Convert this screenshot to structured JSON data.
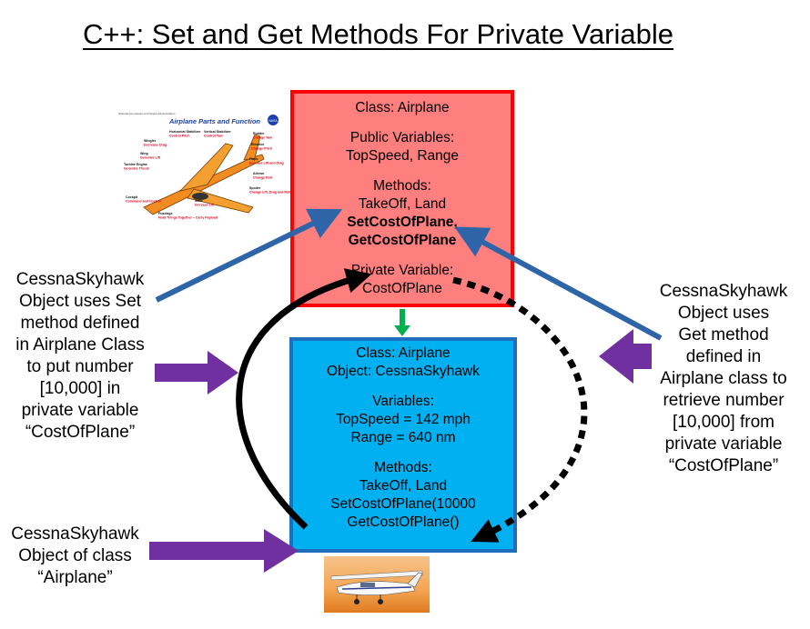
{
  "title": "C++: Set and Get Methods For Private Variable",
  "class_box": {
    "class_line": "Class: Airplane",
    "public_heading": "Public Variables:",
    "public_vars": "TopSpeed, Range",
    "methods_heading": "Methods:",
    "methods_plain": "TakeOff, Land",
    "methods_bold_1": "SetCostOfPlane,",
    "methods_bold_2": "GetCostOfPlane",
    "private_heading": "Private Variable:",
    "private_var": "CostOfPlane"
  },
  "object_box": {
    "class_line": "Class: Airplane",
    "object_line": "Object: CessnaSkyhawk",
    "vars_heading": "Variables:",
    "var_1": "TopSpeed = 142 mph",
    "var_2": "Range = 640 nm",
    "methods_heading": "Methods:",
    "method_1": "TakeOff, Land",
    "method_2": "SetCostOfPlane(10000",
    "method_3": "GetCostOfPlane()"
  },
  "left_set_text": [
    "CessnaSkyhawk",
    "Object uses Set",
    "method defined",
    "in Airplane Class",
    "to put number",
    "[10,000] in",
    "private variable",
    "“CostOfPlane”"
  ],
  "left_obj_text": [
    "CessnaSkyhawk",
    "Object of class",
    "“Airplane”"
  ],
  "right_get_text": [
    "CessnaSkyhawk",
    "Object uses",
    "Get method",
    "defined in",
    "Airplane class to",
    "retrieve number",
    "[10,000] from",
    "private variable",
    "“CostOfPlane”"
  ],
  "airplane_diagram": {
    "header_small": "National Aeronautics and Space Administration",
    "title": "Airplane Parts and Function",
    "badge": "NASA",
    "labels": [
      {
        "name": "Horizontal Stabilizer",
        "func": "Control   Pitch"
      },
      {
        "name": "Vertical Stabilizer",
        "func": "Control   Yaw"
      },
      {
        "name": "Rudder",
        "func": "Change Yaw"
      },
      {
        "name": "Winglet",
        "func": "Decrease Drag"
      },
      {
        "name": "Elevator",
        "func": "Change  Pitch"
      },
      {
        "name": "Wing",
        "func": "Generate Lift"
      },
      {
        "name": "Flaps",
        "func": "Increase Lift  and Drag"
      },
      {
        "name": "Turbine  Engine",
        "func": "Generate  Thrust"
      },
      {
        "name": "Aileron",
        "func": "Change Roll"
      },
      {
        "name": "Spoiler",
        "func": "Change Lift, Drag and Roll"
      },
      {
        "name": "Cockpit",
        "func": "Command and Control"
      },
      {
        "name": "Slats",
        "func": "Increase Lift"
      },
      {
        "name": "Fuselage",
        "func": "Hold Things Together – Carry Payload"
      }
    ]
  },
  "colors": {
    "class_fill": "#ff7f7f",
    "class_border": "#ff0000",
    "object_fill": "#00b0f0",
    "object_border": "#1f6fbf",
    "blue_arrow": "#2e64a8",
    "purple_arrow": "#7030a0",
    "green_arrow": "#00b050"
  }
}
